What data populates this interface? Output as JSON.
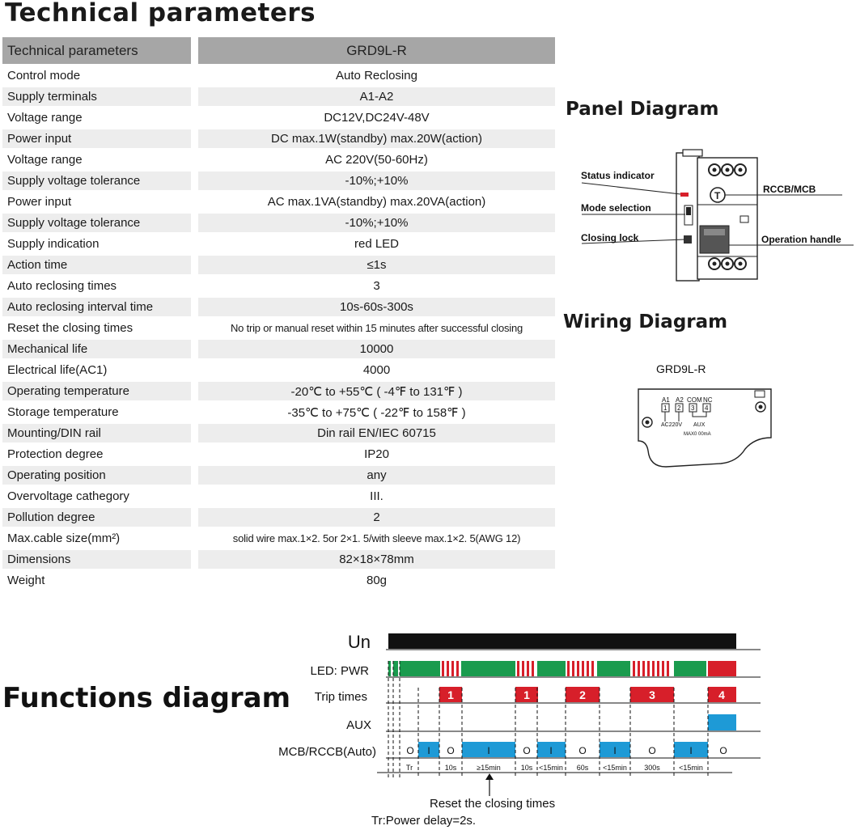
{
  "title": "Technical parameters",
  "table": {
    "header": [
      "Technical parameters",
      "GRD9L-R"
    ],
    "rows": [
      [
        "Control mode",
        "Auto Reclosing"
      ],
      [
        "Supply terminals",
        "A1-A2"
      ],
      [
        "Voltage range",
        "DC12V,DC24V-48V"
      ],
      [
        "Power input",
        "DC max.1W(standby)   max.20W(action)"
      ],
      [
        "Voltage range",
        "AC 220V(50-60Hz)"
      ],
      [
        "Supply voltage tolerance",
        "-10%;+10%"
      ],
      [
        "Power input",
        "AC max.1VA(standby) max.20VA(action)"
      ],
      [
        "Supply voltage tolerance",
        "-10%;+10%"
      ],
      [
        "Supply indication",
        "red LED"
      ],
      [
        "Action time",
        "≤1s"
      ],
      [
        "Auto reclosing times",
        "3"
      ],
      [
        "Auto reclosing interval time",
        "10s-60s-300s"
      ],
      [
        "Reset the closing times",
        "No trip or manual reset within 15 minutes after successful closing"
      ],
      [
        "Mechanical life",
        "10000"
      ],
      [
        "Electrical life(AC1)",
        "4000"
      ],
      [
        "Operating temperature",
        "-20℃ to +55℃ ( -4℉ to 131℉ )"
      ],
      [
        "Storage temperature",
        "-35℃ to +75℃ ( -22℉ to 158℉ )"
      ],
      [
        "Mounting/DIN rail",
        "Din rail EN/IEC 60715"
      ],
      [
        "Protection degree",
        "IP20"
      ],
      [
        "Operating position",
        "any"
      ],
      [
        "Overvoltage cathegory",
        "III."
      ],
      [
        "Pollution degree",
        "2"
      ],
      [
        "Max.cable size(mm²)",
        "solid wire max.1×2. 5or 2×1. 5/with  sleeve max.1×2. 5(AWG 12)"
      ],
      [
        "Dimensions",
        "82×18×78mm"
      ],
      [
        "Weight",
        "80g"
      ]
    ]
  },
  "panel": {
    "title": "Panel Diagram",
    "labels": {
      "status": "Status indicator",
      "mode": "Mode selection",
      "lock": "Closing lock",
      "rccb": "RCCB/MCB",
      "handle": "Operation handle"
    }
  },
  "wiring": {
    "title": "Wiring Diagram",
    "model": "GRD9L-R",
    "terminals": [
      "A1",
      "A2",
      "COM",
      "NC"
    ],
    "terminal_numbers": [
      "1",
      "2",
      "3",
      "4"
    ],
    "ac_label": "AC220V",
    "aux_label": "AUX",
    "max_label": "MAX0 00mA"
  },
  "functions": {
    "title": "Functions diagram",
    "rows": {
      "un": "Un",
      "led": "LED: PWR",
      "trip": "Trip times",
      "aux": "AUX",
      "mcb": "MCB/RCCB(Auto)"
    },
    "trip_counts": [
      "1",
      "1",
      "2",
      "3",
      "4"
    ],
    "state_off": "O",
    "state_on": "I",
    "intervals": [
      "Tr",
      "10s",
      "≥15min",
      "10s",
      "<15min",
      "60s",
      "<15min",
      "300s",
      "<15min"
    ],
    "reset_note": "Reset the closing times",
    "tr_note": "Tr:Power delay=2s.",
    "colors": {
      "green": "#1a9b4e",
      "red": "#d71f2a",
      "blue": "#1e9ad6",
      "black": "#111111"
    }
  }
}
